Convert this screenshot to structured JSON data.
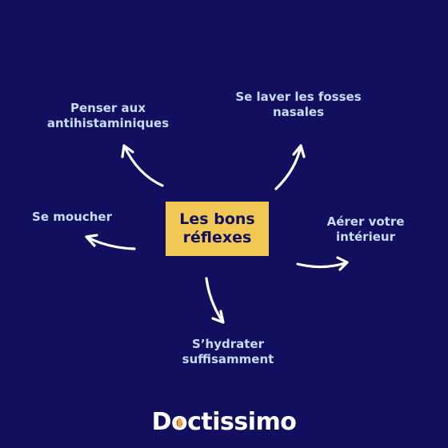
{
  "center": {
    "line1": "Les bons",
    "line2": "réflexes"
  },
  "branches": {
    "antihistaminiques": {
      "line1": "Penser aux",
      "line2": "antihistaminiques"
    },
    "fosses_nasales": {
      "line1": "Se laver les fosses",
      "line2": "nasales"
    },
    "moucher": {
      "line1": "Se moucher"
    },
    "aerer": {
      "line1": "Aérer votre",
      "line2": "intérieur"
    },
    "hydrater": {
      "line1": "S’hydrater",
      "line2": "suffisamment"
    }
  },
  "logo": {
    "text": "Doctissimo",
    "prefix": "D",
    "o_letter": "o",
    "suffix": "ctissimo"
  },
  "colors": {
    "background": "#120f5e",
    "center_box": "#f2c854",
    "label_text": "#c6dcf7",
    "arrow": "#ffffff",
    "logo_leaf": "#f2a23a"
  }
}
